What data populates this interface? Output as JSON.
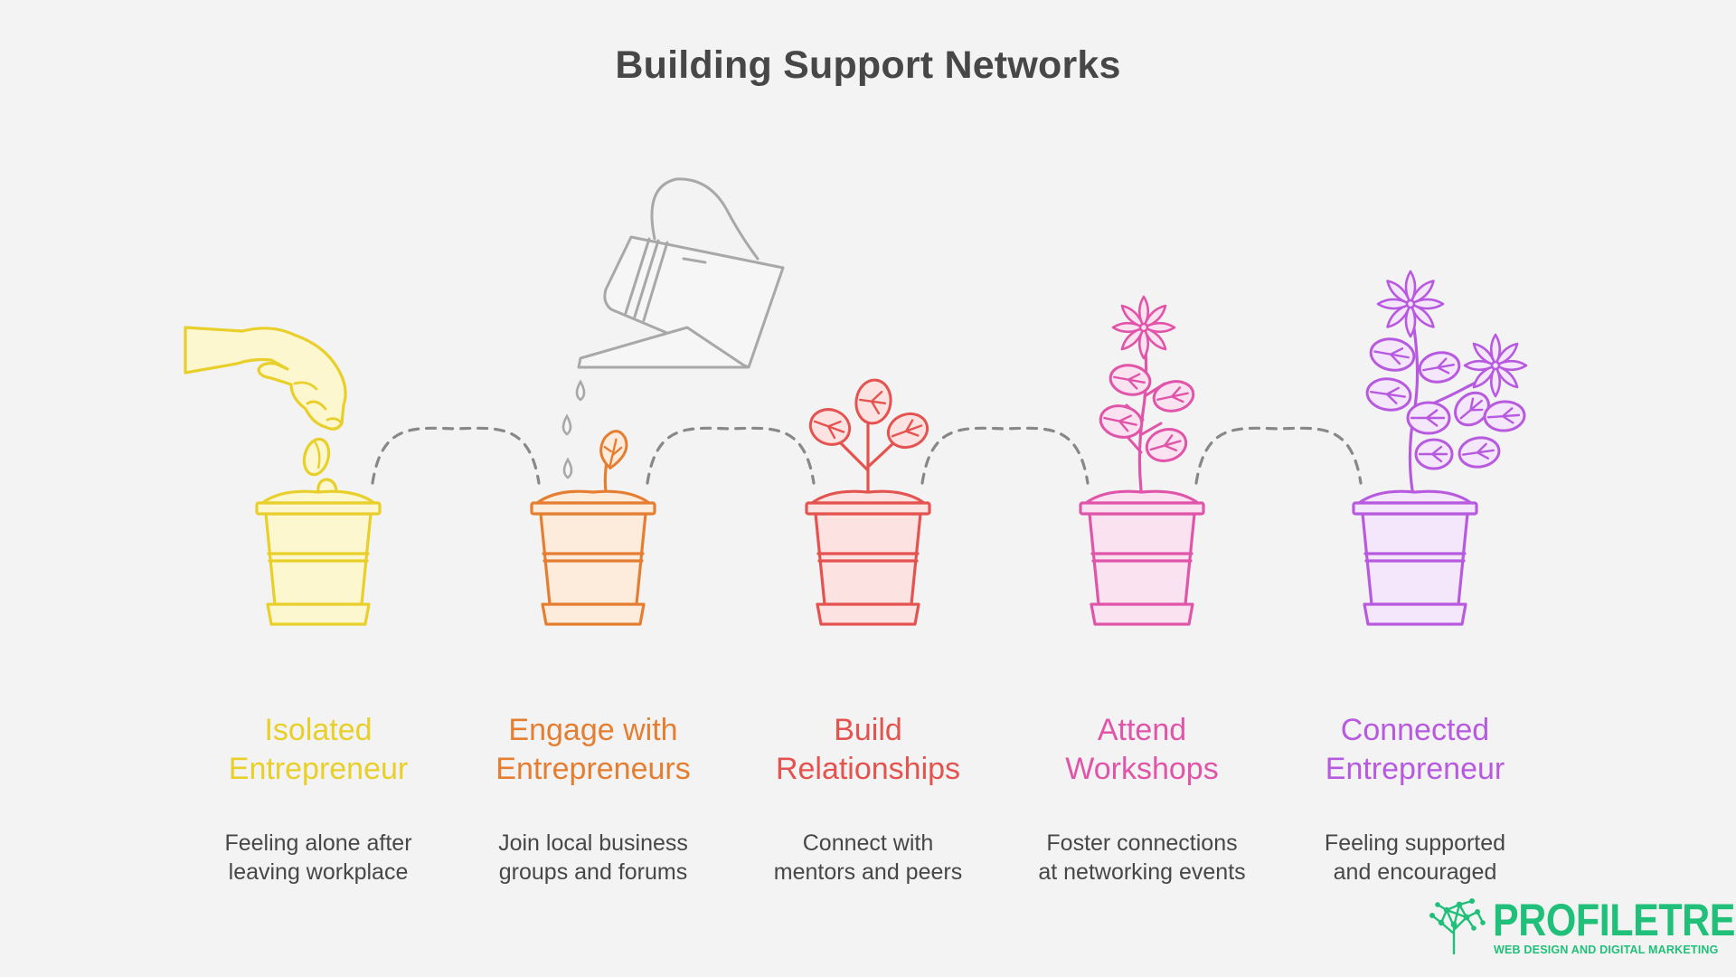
{
  "title": "Building Support Networks",
  "colors": {
    "background": "#f2f3f2",
    "title": "#474747",
    "description": "#474747",
    "connector": "#888888",
    "watering_can": "#a8a8a8",
    "brand": "#21c07a"
  },
  "steps": [
    {
      "heading": "Isolated\nEntrepreneur",
      "description": "Feeling alone after\nleaving workplace",
      "color": "#e8cf2a",
      "fill": "#fdf7cf",
      "icon": "hand-with-seed-icon"
    },
    {
      "heading": "Engage with\nEntrepreneurs",
      "description": "Join local business\ngroups and forums",
      "color": "#e57e31",
      "fill": "#fdebdb",
      "icon": "sprout-icon"
    },
    {
      "heading": "Build\nRelationships",
      "description": "Connect with\nmentors and peers",
      "color": "#e4534f",
      "fill": "#fce2e0",
      "icon": "young-plant-icon"
    },
    {
      "heading": "Attend\nWorkshops",
      "description": "Foster connections\nat networking events",
      "color": "#e055a9",
      "fill": "#fbe2f0",
      "icon": "flowering-plant-icon"
    },
    {
      "heading": "Connected\nEntrepreneur",
      "description": "Feeling supported\nand encouraged",
      "color": "#b85ae0",
      "fill": "#f4e6fb",
      "icon": "blooming-plant-icon"
    }
  ],
  "brand": {
    "name": "PROFILETREE",
    "tagline": "WEB DESIGN AND DIGITAL MARKETING",
    "icon": "tree-network-icon"
  }
}
